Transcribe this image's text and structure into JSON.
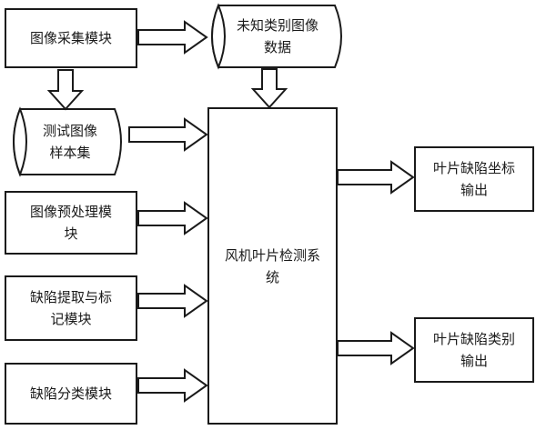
{
  "nodes": {
    "image_acquisition": {
      "label": "图像采集模块"
    },
    "unknown_data": {
      "label_line1": "未知类别图像",
      "label_line2": "数据"
    },
    "test_samples": {
      "label_line1": "测试图像",
      "label_line2": "样本集"
    },
    "preprocessing": {
      "label_line1": "图像预处理模",
      "label_line2": "块"
    },
    "defect_extract": {
      "label_line1": "缺陷提取与标",
      "label_line2": "记模块"
    },
    "defect_classify": {
      "label": "缺陷分类模块"
    },
    "main_system": {
      "label_line1": "风机叶片检测系",
      "label_line2": "统"
    },
    "coord_output": {
      "label_line1": "叶片缺陷坐标",
      "label_line2": "输出"
    },
    "class_output": {
      "label_line1": "叶片缺陷类别",
      "label_line2": "输出"
    }
  },
  "colors": {
    "stroke": "#1a1a1a",
    "fill": "#ffffff"
  }
}
